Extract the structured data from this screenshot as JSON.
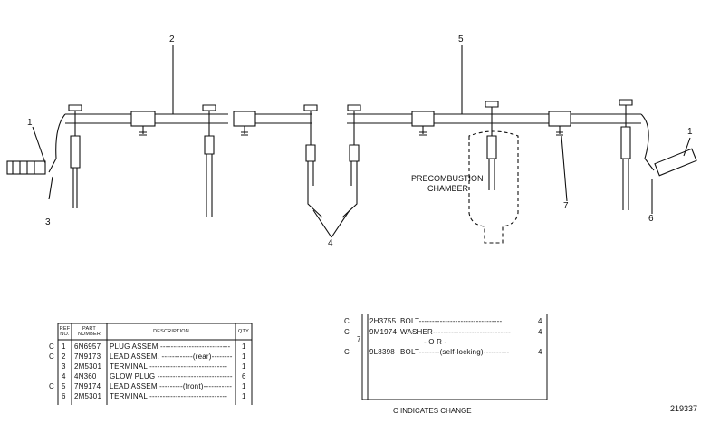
{
  "drawing": {
    "callouts": [
      "1",
      "2",
      "3",
      "4",
      "5",
      "6",
      "7"
    ],
    "chamber_label_line1": "PRECOMBUSTION",
    "chamber_label_line2": "CHAMBER"
  },
  "parts_table": {
    "headers": {
      "ref": "REF NO.",
      "part": "PART NUMBER",
      "desc": "DESCRIPTION",
      "qty": "QTY"
    },
    "rows": [
      {
        "change": "C",
        "ref": "1",
        "part": "6N6957",
        "desc": "PLUG ASSEM ---------------------------",
        "qty": "1"
      },
      {
        "change": "C",
        "ref": "2",
        "part": "7N9173",
        "desc": "LEAD ASSEM. ------------(rear)--------",
        "qty": "1"
      },
      {
        "change": "",
        "ref": "3",
        "part": "2M5301",
        "desc": "TERMINAL ------------------------------",
        "qty": "1"
      },
      {
        "change": "",
        "ref": "4",
        "part": "4N360",
        "desc": "GLOW PLUG -----------------------------",
        "qty": "6"
      },
      {
        "change": "C",
        "ref": "5",
        "part": "7N9174",
        "desc": "LEAD ASSEM ---------(front)-----------",
        "qty": "1"
      },
      {
        "change": "",
        "ref": "6",
        "part": "2M5301",
        "desc": "TERMINAL ------------------------------",
        "qty": "1"
      }
    ]
  },
  "bolt_table": {
    "ref": "7",
    "rows": [
      {
        "change": "C",
        "part": "2H3755",
        "desc": "BOLT--------------------------------",
        "qty": "4"
      },
      {
        "change": "C",
        "part": "9M1974",
        "desc": "WASHER------------------------------",
        "qty": "4"
      },
      {
        "change": "",
        "part": "",
        "desc": "- O R -",
        "qty": ""
      },
      {
        "change": "C",
        "part": "9L8398",
        "desc": "BOLT--------(self-locking)----------",
        "qty": "4"
      }
    ],
    "footnote": "C INDICATES CHANGE"
  },
  "figure_number": "219337"
}
